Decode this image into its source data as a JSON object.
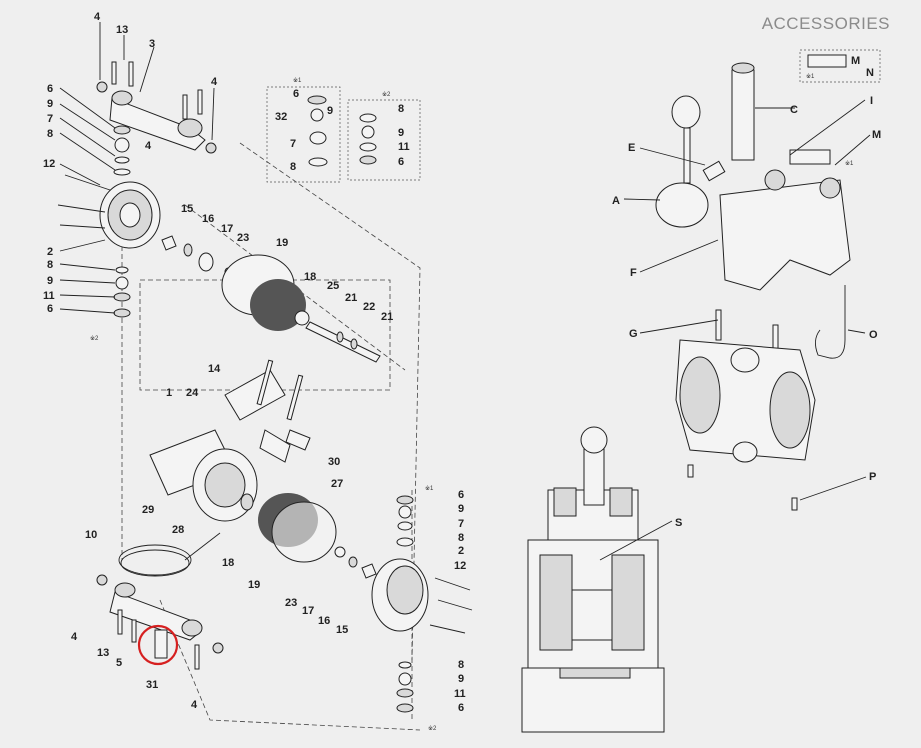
{
  "header": {
    "title": "ACCESSORIES"
  },
  "exploded_labels": {
    "l4a": "4",
    "l13a": "13",
    "l3": "3",
    "l4b": "4",
    "l4c": "4",
    "l6a": "6",
    "l9a": "9",
    "l7a": "7",
    "l8a": "8",
    "l12a": "12",
    "l2a": "2",
    "l8b": "8",
    "l9b": "9",
    "l11a": "11",
    "l6b": "6",
    "l15a": "15",
    "l16a": "16",
    "l17a": "17",
    "l23a": "23",
    "l19a": "19",
    "l18a": "18",
    "l25": "25",
    "l21a": "21",
    "l22": "22",
    "l21b": "21",
    "l14": "14",
    "l1": "1",
    "l24": "24",
    "l30": "30",
    "l27": "27",
    "l29": "29",
    "l28": "28",
    "l10": "10",
    "l18b": "18",
    "l19b": "19",
    "l23b": "23",
    "l17b": "17",
    "l16b": "16",
    "l15b": "15",
    "l4d": "4",
    "l13b": "13",
    "l5": "5",
    "l31": "31",
    "l4e": "4",
    "l6c": "6",
    "l9c": "9",
    "l7b": "7",
    "l8c": "8",
    "l2b": "2",
    "l12b": "12",
    "l8d": "8",
    "l9d": "9",
    "l11b": "11",
    "l6d": "6",
    "i6": "6",
    "i9": "9",
    "i32": "32",
    "i7": "7",
    "i8": "8",
    "j8": "8",
    "j9": "9",
    "j11": "11",
    "j6": "6"
  },
  "accessory_labels": {
    "A": "A",
    "C": "C",
    "E": "E",
    "F": "F",
    "G": "G",
    "I": "I",
    "M": "M",
    "M2": "M",
    "N": "N",
    "O": "O",
    "P": "P",
    "S": "S"
  },
  "highlight": {
    "part": "31",
    "color": "#d62020"
  },
  "colors": {
    "background": "#efefef",
    "line": "#222222",
    "title": "#8b8b8b"
  }
}
